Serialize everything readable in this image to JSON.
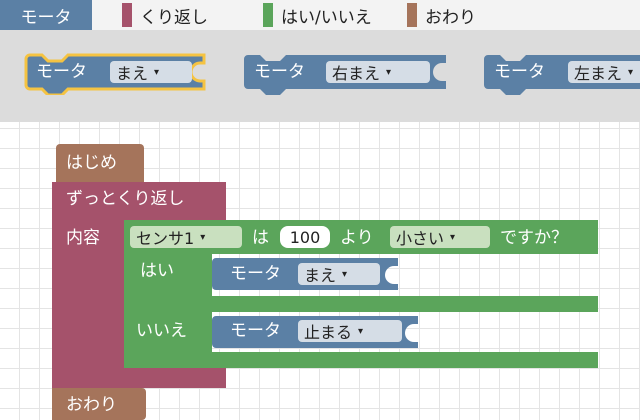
{
  "categories": {
    "motor": "モータ",
    "repeat": "くり返し",
    "yesno": "はい/いいえ",
    "end": "おわり"
  },
  "colors": {
    "motor": "#5b80a5",
    "repeat": "#a5526b",
    "yesno": "#5ba55b",
    "start": "#a5745b",
    "flyout_bg": "#dcdcdc",
    "selected_outline": "#f5c342"
  },
  "flyout": {
    "blocks": [
      {
        "label": "モータ",
        "value": "まえ"
      },
      {
        "label": "モータ",
        "value": "右まえ"
      },
      {
        "label": "モータ",
        "value": "左まえ"
      }
    ]
  },
  "workspace": {
    "start": "はじめ",
    "loop": {
      "label": "ずっとくり返し",
      "body_label": "内容"
    },
    "condition": {
      "sensor": "センサ1",
      "is": "は",
      "value": "100",
      "than": "より",
      "op": "小さい",
      "question": "ですか？",
      "yes": "はい",
      "no": "いいえ"
    },
    "yes_motor": {
      "label": "モータ",
      "value": "まえ"
    },
    "no_motor": {
      "label": "モータ",
      "value": "止まる"
    },
    "end": "おわり"
  },
  "icons": {
    "dropdown": "▾"
  }
}
